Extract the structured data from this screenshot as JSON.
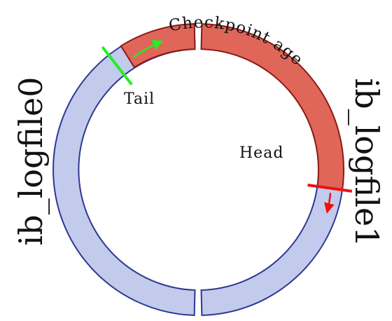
{
  "diagram": {
    "labels": {
      "file0": "ib_logfile0",
      "file1": "ib_logfile1",
      "checkpoint_age": "Checkpoint age",
      "tail": "Tail",
      "head": "Head"
    },
    "colors": {
      "log_fill": "#c3cbec",
      "log_stroke": "#2e3795",
      "checkpoint_fill": "#e06659",
      "checkpoint_stroke": "#8a1a14",
      "tail_marker": "#22ee22",
      "head_marker": "#ee1111"
    }
  }
}
